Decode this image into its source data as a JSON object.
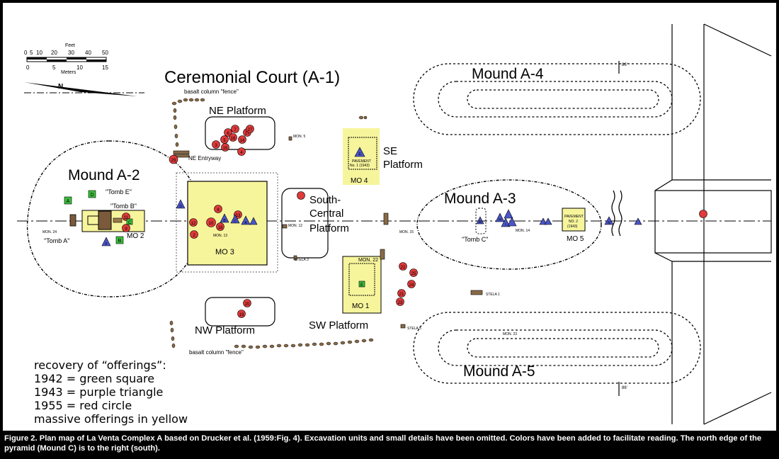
{
  "scale_bar": {
    "feet_label": "Feet",
    "feet_ticks": [
      "0",
      "5",
      "10",
      "20",
      "30",
      "40",
      "50"
    ],
    "meters_label": "Meters",
    "meter_ticks": [
      "0",
      "5",
      "10",
      "15"
    ]
  },
  "north_arrow": {
    "label": "N"
  },
  "title": "Ceremonial Court (A-1)",
  "labels": {
    "mound_a2": "Mound A-2",
    "mound_a3": "Mound A-3",
    "mound_a4": "Mound A-4",
    "mound_a5": "Mound A-5",
    "ne_platform": "NE Platform",
    "nw_platform": "NW Platform",
    "se_platform_1": "SE",
    "se_platform_2": "Platform",
    "sw_platform": "SW Platform",
    "south_central_1": "South-",
    "south_central_2": "Central",
    "south_central_3": "Platform",
    "ne_entryway": "NE Entryway",
    "fence_top": "basalt column \"fence\"",
    "fence_bottom": "basalt column \"fence\"",
    "tomb_a": "\"Tomb A\"",
    "tomb_b": "\"Tomb B\"",
    "tomb_c": "\"Tomb C\"",
    "tomb_e": "\"Tomb E\"",
    "mo2": "MO 2",
    "mo3": "MO 3",
    "mo4": "MO 4",
    "mo1": "MO 1",
    "mo5": "MO 5",
    "mon5": "MON. 5",
    "mon12": "MON. 12",
    "mon13": "MON. 13",
    "mon14": "MON. 14",
    "mon15": "MON. 15",
    "mon22": "MON. 22",
    "mon23": "MON. 23",
    "mon24": "MON. 24",
    "stela1": "STELA 1",
    "stela3": "STELA 3",
    "stela5": "STELA 5",
    "dim_top": "86'",
    "dim_bottom": "86'",
    "pavement1_a": "PAVEMENT",
    "pavement1_b": "No. 1 (1943)",
    "pavement2_a": "PAVEMENT",
    "pavement2_b": "NO. 2",
    "pavement2_c": "(1943)"
  },
  "offerings_1955": [
    {
      "n": "2"
    },
    {
      "n": "3"
    },
    {
      "n": "4"
    },
    {
      "n": "5"
    },
    {
      "n": "6"
    },
    {
      "n": "7"
    },
    {
      "n": "8"
    },
    {
      "n": "9"
    },
    {
      "n": "10"
    },
    {
      "n": "11"
    },
    {
      "n": "12"
    },
    {
      "n": "13"
    },
    {
      "n": "14"
    },
    {
      "n": "15"
    },
    {
      "n": "16"
    },
    {
      "n": "17"
    },
    {
      "n": "18"
    },
    {
      "n": "19"
    },
    {
      "n": "20"
    },
    {
      "n": "21"
    },
    {
      "n": "22"
    },
    {
      "n": "23"
    },
    {
      "n": "24"
    },
    {
      "n": "25"
    },
    {
      "n": "27"
    },
    {
      "n": "29"
    }
  ],
  "offerings_1942": [
    "A",
    "B",
    "C",
    "D",
    "E"
  ],
  "offerings_1943": [
    "A",
    "B",
    "C",
    "D",
    "E",
    "F",
    "H",
    "I",
    "M",
    "N"
  ],
  "legend": {
    "line1": "recovery of “offerings”:",
    "line2": "1942 = green square",
    "line3": "1943 = purple triangle",
    "line4": "1955 = red circle",
    "line5": "massive offerings in yellow"
  },
  "colors": {
    "green_square": "#3cbf3c",
    "purple_triangle": "#4a55c8",
    "red_circle": "#e03a3a",
    "massive_yellow": "#f7f59c"
  },
  "caption": "Figure 2. Plan map of La Venta Complex A based on Drucker et al. (1959:Fig. 4). Excavation units and small details have been omitted. Colors have been added to facilitate reading. The north edge of the pyramid (Mound C) is to the right (south)."
}
